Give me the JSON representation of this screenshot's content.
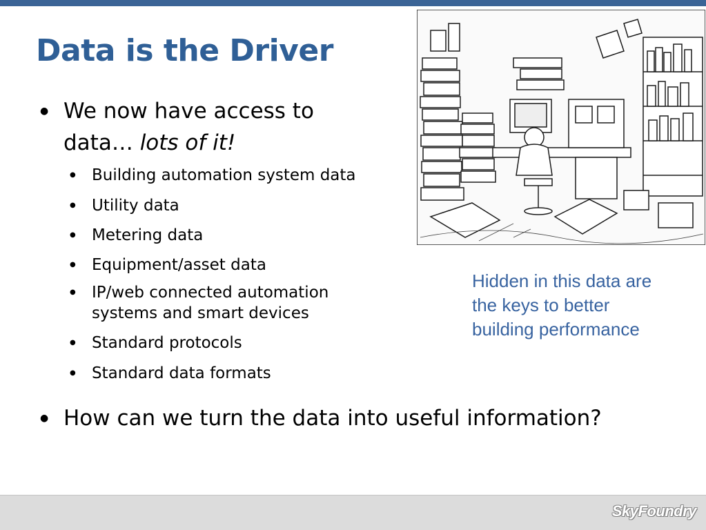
{
  "slide": {
    "title": "Data is the Driver",
    "bullet_main": {
      "text": "We now have access to data…",
      "emphasis": "lots of it!"
    },
    "sub_bullets": [
      "Building automation system data",
      "Utility data",
      "Metering data",
      "Equipment/asset data",
      "IP/web connected automation systems and smart devices",
      "Standard protocols",
      "Standard data formats"
    ],
    "bullet_question": "How can we turn the data into useful information?",
    "caption": "Hidden in this data are the keys to better building performance",
    "footer_logo": "SkyFoundry"
  },
  "colors": {
    "title": "#2f5f96",
    "top_bar": "#3b6496",
    "caption": "#3863a0",
    "footer": "#dcdcdc"
  }
}
